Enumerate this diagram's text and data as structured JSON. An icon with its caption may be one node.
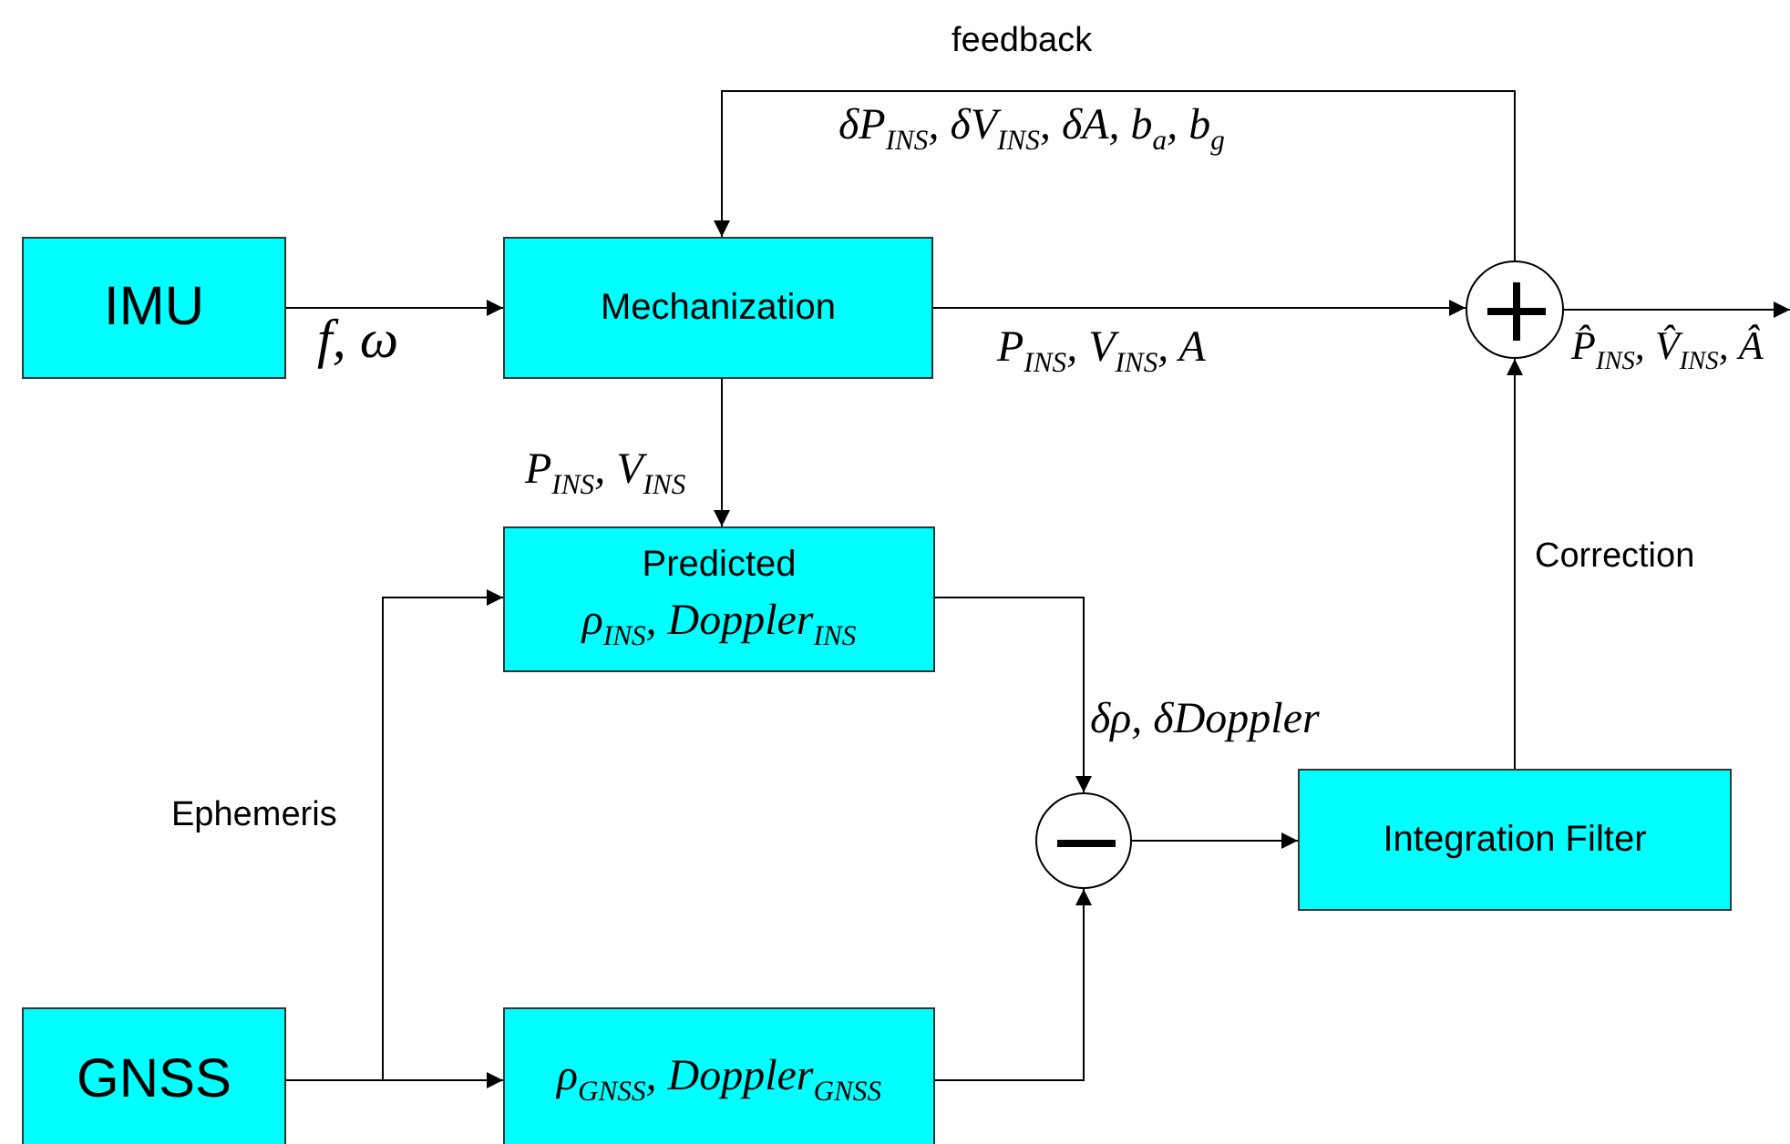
{
  "diagram": {
    "nodes": [
      {
        "text": [
          "IMU"
        ]
      },
      {
        "text": [
          "Mechanization"
        ]
      },
      {
        "text": [],
        "shape": "circle"
      },
      {
        "text": [
          "Predicted",
          "ρ$_{INS}$, Doppler$_{INS}$"
        ]
      },
      {
        "text": [],
        "shape": "circle"
      },
      {
        "text": [
          "Integration Filter"
        ]
      },
      {
        "text": [
          "GNSS"
        ]
      },
      {
        "text": [
          "ρ$_{GNSS}$, Doppler$_{GNSS}$"
        ]
      }
    ],
    "edges": [
      {
        "from": 0,
        "to": 1,
        "arrow": "to",
        "label": "f, ω"
      },
      {
        "from": 1,
        "to": 2,
        "arrow": "to",
        "label": "P$_{INS}$, V$_{INS}$, A"
      },
      {
        "from": 2,
        "to": 1,
        "arrow": "to",
        "label": "δP$_{INS}$, δV$_{INS}$, δA, b$_{a}$, b$_{g}$"
      },
      {
        "from": 1,
        "to": 3,
        "arrow": "to",
        "label": "P$_{INS}$, V$_{INS}$"
      },
      {
        "from": 3,
        "to": 4,
        "arrow": "to",
        "label": "δρ, δDoppler"
      },
      {
        "from": 6,
        "to": 7,
        "arrow": "to"
      },
      {
        "from": 6,
        "to": 3,
        "arrow": "to",
        "label": "Ephemeris"
      },
      {
        "from": 7,
        "to": 4,
        "arrow": "to"
      },
      {
        "from": 4,
        "to": 5,
        "arrow": "to"
      },
      {
        "from": 5,
        "to": 2,
        "arrow": "to",
        "label": "Correction"
      },
      {
        "from": 2,
        "to": null,
        "arrow": "to",
        "label": "P̂$_{INS}$, V̂$_{INS}$, Â"
      }
    ],
    "labels": [
      "feedback"
    ]
  }
}
